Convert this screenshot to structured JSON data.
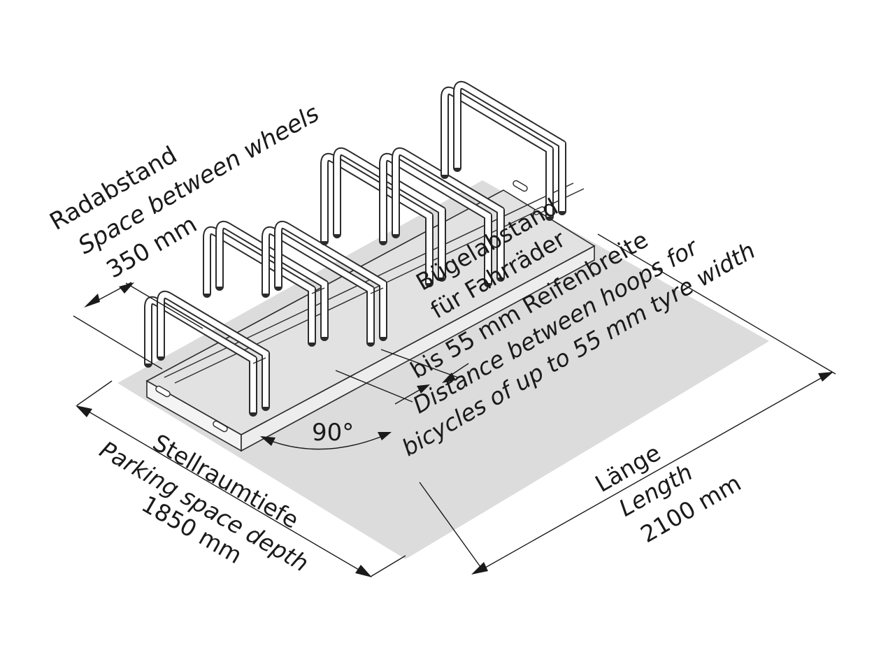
{
  "labels": {
    "wheel_spacing": {
      "line1": "Radabstand",
      "line2": "Space between wheels",
      "line3": "350 mm"
    },
    "hoop_spacing": {
      "line1": "Bügelabstand",
      "line2": "für Fahrräder",
      "line3": "bis 55 mm Reifenbreite",
      "line4": "Distance between hoops for",
      "line5": "bicycles of up to 55 mm tyre width"
    },
    "angle": "90°",
    "depth": {
      "line1": "Stellraumtiefe",
      "line2": "Parking space depth",
      "line3": "1850 mm"
    },
    "length": {
      "line1": "Länge",
      "line2": "Length",
      "line3": "2100 mm"
    }
  },
  "colors": {
    "floor": "#dcdcdc",
    "line": "#2b2b2b",
    "background": "#ffffff"
  }
}
